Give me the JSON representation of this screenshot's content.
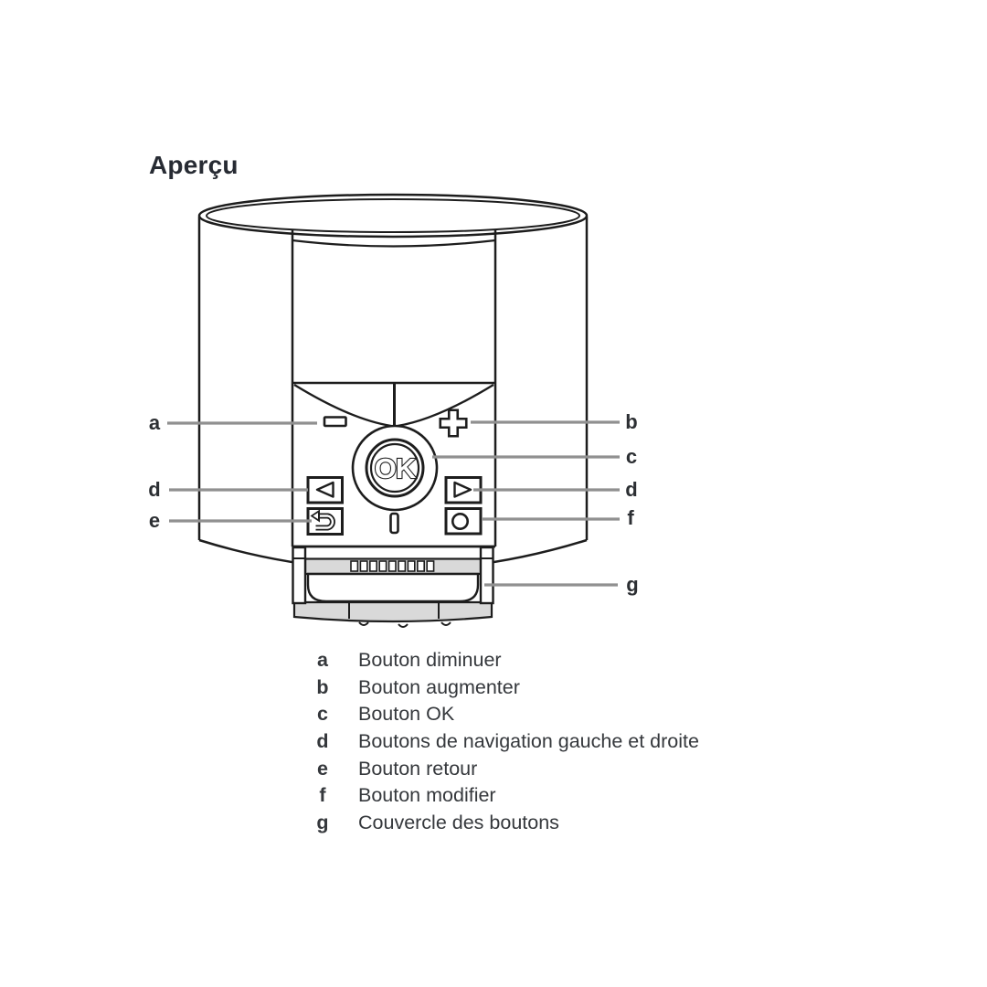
{
  "page": {
    "title": "Aperçu"
  },
  "device": {
    "ok_label": "OK"
  },
  "callouts": {
    "a": "a",
    "b": "b",
    "c": "c",
    "d_left": "d",
    "d_right": "d",
    "e": "e",
    "f": "f",
    "g": "g"
  },
  "legend": {
    "items": [
      {
        "key": "a",
        "text": "Bouton diminuer"
      },
      {
        "key": "b",
        "text": "Bouton augmenter"
      },
      {
        "key": "c",
        "text": "Bouton OK"
      },
      {
        "key": "d",
        "text": "Boutons de navigation gauche et droite"
      },
      {
        "key": "e",
        "text": "Bouton retour"
      },
      {
        "key": "f",
        "text": "Bouton modifier"
      },
      {
        "key": "g",
        "text": "Couvercle des boutons"
      }
    ]
  }
}
